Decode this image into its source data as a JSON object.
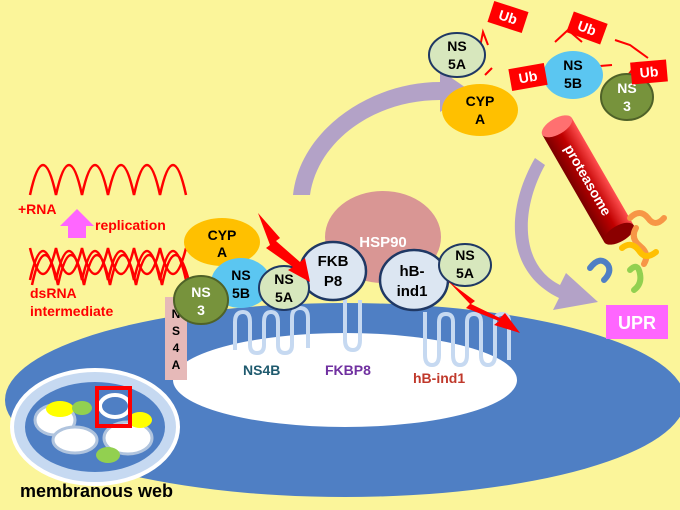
{
  "labels": {
    "plus_rna": "+RNA",
    "replication": "replication",
    "dsrna_line1": "dsRNA",
    "dsrna_line2": "intermediate",
    "membranous_web": "membranous web",
    "hsp90": "HSP90",
    "fkbp8_bubble_l1": "FKB",
    "fkbp8_bubble_l2": "P8",
    "hbind1_bubble_l1": "hB-",
    "hbind1_bubble_l2": "ind1",
    "ns5a_l1": "NS",
    "ns5a_l2": "5A",
    "ns5b_l1": "NS",
    "ns5b_l2": "5B",
    "ns3_l1": "NS",
    "ns3_l2": "3",
    "cypa_l1": "CYP",
    "cypa_l2": "A",
    "ns4a": [
      "N",
      "S",
      "4",
      "A"
    ],
    "ns4b_tm": "NS4B",
    "fkbp8_tm": "FKBP8",
    "hbind1_tm": "hB-ind1",
    "ub": "Ub",
    "proteasome": "proteasome",
    "upr": "UPR"
  },
  "colors": {
    "background": "#fbf59a",
    "er_blue": "#4f7fc4",
    "ns5a": "#d7e7bd",
    "ns5b": "#5bc6f1",
    "ns3": "#77933c",
    "cypa": "#ffc000",
    "hsp90": "#d99694",
    "fkbp8": "#dce6f2",
    "ns4a": "#e6b9b8",
    "ub": "#ff0000",
    "proteasome": "#c00000",
    "upr": "#ff66ff",
    "arrow": "#b3a2c7",
    "rna": "#ff0000"
  }
}
